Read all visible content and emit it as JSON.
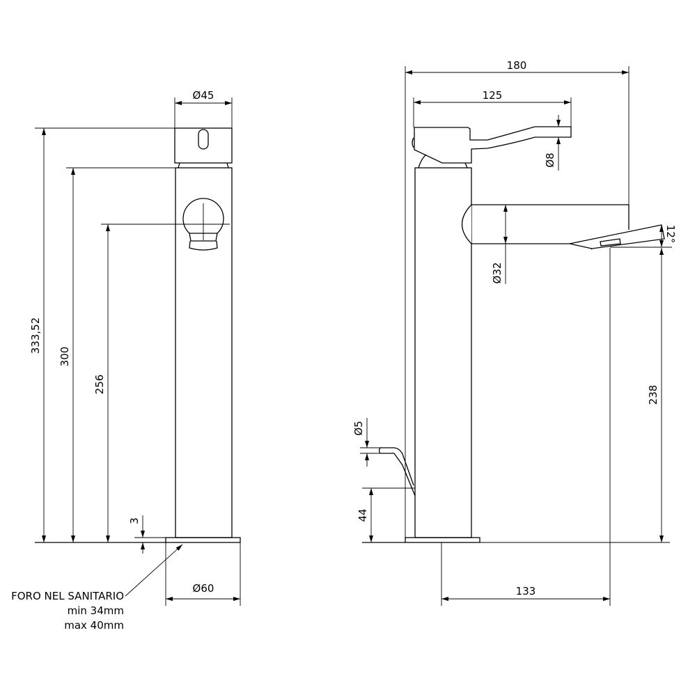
{
  "front_view": {
    "dim_head_diameter": "Ø45",
    "dim_total_height": "333,52",
    "dim_body_height": "300",
    "dim_spout_height": "256",
    "dim_base_thickness": "3",
    "dim_base_diameter": "Ø60",
    "note": {
      "title": "FORO NEL SANITARIO",
      "min": "min 34mm",
      "max": "max 40mm"
    }
  },
  "side_view": {
    "dim_total_depth": "180",
    "dim_lever_length": "125",
    "dim_lever_thickness": "Ø8",
    "dim_spout_diameter": "Ø32",
    "dim_aerator_angle": "12°",
    "dim_spout_outlet_height": "238",
    "dim_popup_diameter": "Ø5",
    "dim_popup_height": "44",
    "dim_spout_reach": "133"
  }
}
